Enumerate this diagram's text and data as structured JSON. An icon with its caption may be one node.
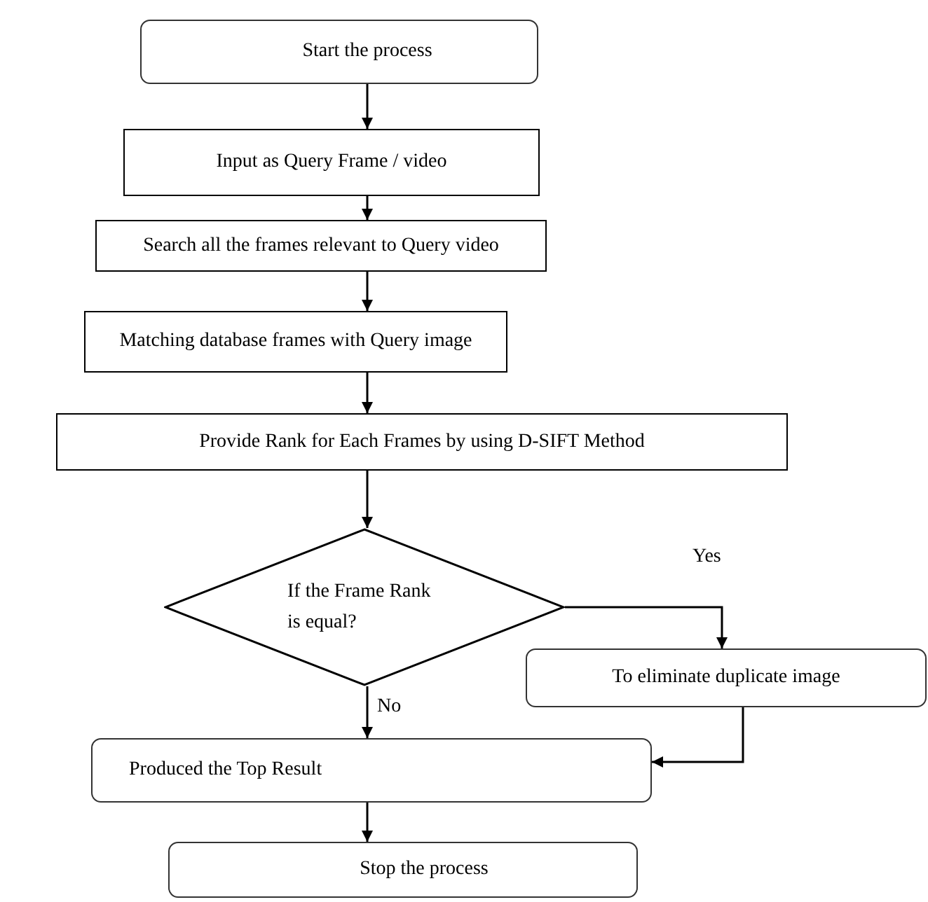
{
  "diagram": {
    "nodes": [
      {
        "text": [
          "Start the process"
        ]
      },
      {
        "text": [
          "Input as Query Frame / video"
        ]
      },
      {
        "text": [
          "Search all the frames relevant to Query video"
        ]
      },
      {
        "text": [
          "Matching database frames with Query image"
        ]
      },
      {
        "text": [
          "Provide Rank for Each Frames by using D-SIFT Method"
        ]
      },
      {
        "text": [
          "If the Frame Rank is equal?"
        ]
      },
      {
        "text": [
          "To eliminate duplicate image"
        ]
      },
      {
        "text": [
          "Produced the Top Result"
        ]
      },
      {
        "text": [
          "Stop the process"
        ]
      }
    ],
    "edges": [
      {
        "from": 0,
        "to": 1,
        "arrow": "to"
      },
      {
        "from": 1,
        "to": 2,
        "arrow": "to"
      },
      {
        "from": 2,
        "to": 3,
        "arrow": "to"
      },
      {
        "from": 3,
        "to": 4,
        "arrow": "to"
      },
      {
        "from": 4,
        "to": 5,
        "arrow": "to"
      },
      {
        "from": 5,
        "to": 6,
        "arrow": "to",
        "label": "Yes"
      },
      {
        "from": 5,
        "to": 7,
        "arrow": "to",
        "label": "No"
      },
      {
        "from": 6,
        "to": 7,
        "arrow": "to"
      },
      {
        "from": 7,
        "to": 8,
        "arrow": "to"
      }
    ]
  }
}
